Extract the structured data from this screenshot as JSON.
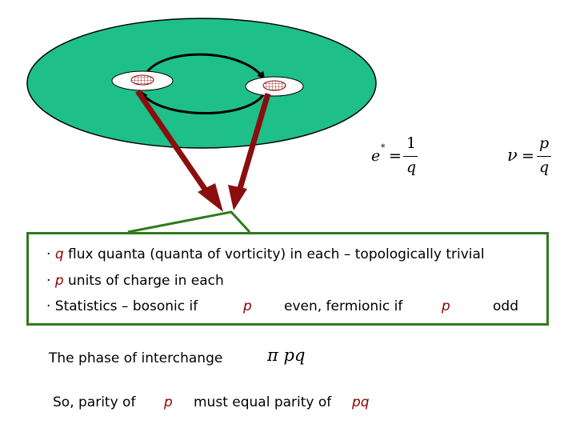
{
  "diagram": {
    "disk_color": "#1fbf8a",
    "arrow_color": "#8b0d0d",
    "box_border_color": "#2f7a1c",
    "variable_color": "#8b0000"
  },
  "equations": {
    "e_star": {
      "lhs": "e",
      "sup": "*",
      "eq": "=",
      "num": "1",
      "den": "q"
    },
    "nu": {
      "lhs": "ν",
      "eq": "=",
      "num": "p",
      "den": "q"
    },
    "phase": {
      "pi": "π",
      "p": "p",
      "q": "q"
    }
  },
  "box": {
    "line1": {
      "bullet": "·",
      "var": "q",
      "text": "flux quanta (quanta of vorticity) in each – topologically trivial"
    },
    "line2": {
      "bullet": "·",
      "var": "p",
      "text": "units of charge in each"
    },
    "line3": {
      "bullet_text": "· Statistics – bosonic if",
      "var1": "p",
      "mid": "even, fermionic  if",
      "var2": "p",
      "end": "odd"
    }
  },
  "phase_text": "The phase of interchange",
  "parity": {
    "prefix": "So, parity of",
    "var1": "p",
    "middle": "must equal parity of",
    "var2": "pq"
  }
}
